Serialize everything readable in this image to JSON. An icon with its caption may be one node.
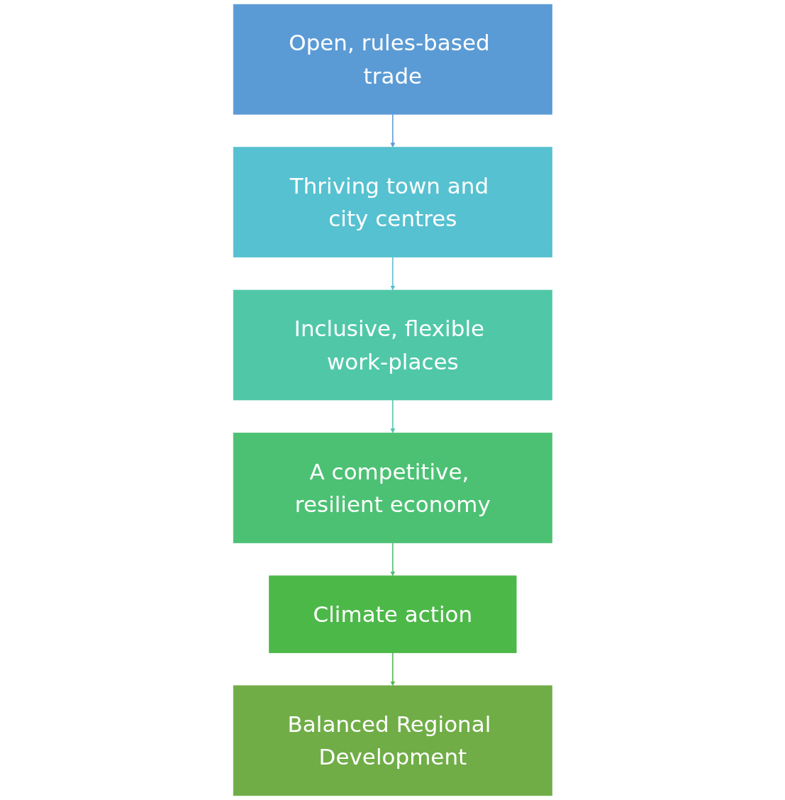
{
  "diagram": {
    "nodes": [
      {
        "text": [
          "Open, rules-based trade"
        ]
      },
      {
        "text": [
          "Thriving town and city centres"
        ]
      },
      {
        "text": [
          "Inclusive, flexible work-places"
        ]
      },
      {
        "text": [
          "A competitive, resilient economy"
        ]
      },
      {
        "text": [
          "Climate action"
        ]
      },
      {
        "text": [
          "Balanced Regional Development"
        ]
      }
    ],
    "edges": [
      {
        "from": 0,
        "to": 1,
        "arrow": "to",
        "color": "#5b9bd5"
      },
      {
        "from": 1,
        "to": 2,
        "arrow": "to",
        "color": "#56c1d0"
      },
      {
        "from": 2,
        "to": 3,
        "arrow": "to",
        "color": "#50c8a8"
      },
      {
        "from": 3,
        "to": 4,
        "arrow": "to",
        "color": "#4cbe6e"
      },
      {
        "from": 4,
        "to": 5,
        "arrow": "to",
        "color": "#4cb848"
      }
    ]
  }
}
